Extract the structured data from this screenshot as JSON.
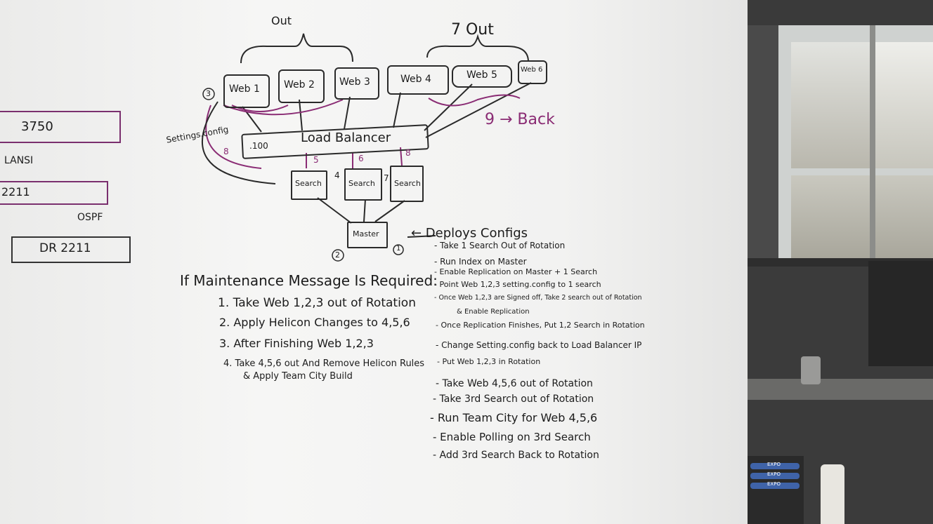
{
  "left_fragment": {
    "value_3750": "3750",
    "lansi": "LANSI",
    "box_2211": "2211",
    "ospf": "OSPF",
    "dr_box": "DR 2211"
  },
  "diagram": {
    "out_left": "Out",
    "out_right": "7 Out",
    "back": "9 → Back",
    "webs": [
      "Web 1",
      "Web 2",
      "Web 3",
      "Web 4",
      "Web 5",
      "Web 6"
    ],
    "load_balancer": "Load Balancer",
    "lb_ip": ".100",
    "settings": "Settings.config",
    "searches": [
      "Search",
      "Search",
      "Search"
    ],
    "master": "Master",
    "deploys": "← Deploys Configs",
    "circles": [
      "3",
      "2",
      "1"
    ],
    "step_numbers": [
      "5",
      "6",
      "8",
      "4",
      "7",
      "8"
    ]
  },
  "maintenance": {
    "title": "If Maintenance Message Is Required:",
    "items": [
      "1. Take Web 1,2,3 out of Rotation",
      "2. Apply Helicon Changes to 4,5,6",
      "3. After Finishing Web 1,2,3",
      "4. Take 4,5,6 out And Remove Helicon Rules",
      "& Apply Team City Build"
    ]
  },
  "deploy_steps": [
    "- Take 1 Search Out of Rotation",
    "- Run Index on Master",
    "- Enable Replication on Master + 1 Search",
    "- Point Web 1,2,3 setting.config to 1 search",
    "- Once Web 1,2,3 are Signed off, Take 2 search out of Rotation",
    "& Enable Replication",
    "- Once Replication Finishes, Put 1,2 Search in Rotation",
    "- Change Setting.config back to Load Balancer IP",
    "- Put Web 1,2,3 in Rotation",
    "- Take Web 4,5,6 out of Rotation",
    "- Take 3rd Search out of Rotation",
    "- Run Team City for Web 4,5,6",
    "- Enable Polling on 3rd Search",
    "- Add 3rd Search Back to Rotation"
  ],
  "markers": {
    "labels": [
      "EXPO",
      "EXPO",
      "EXPO"
    ]
  },
  "colors": {
    "purple_ink": "#8a2c74",
    "black_ink": "#1c1c1c",
    "board": "#f2f2f1"
  }
}
